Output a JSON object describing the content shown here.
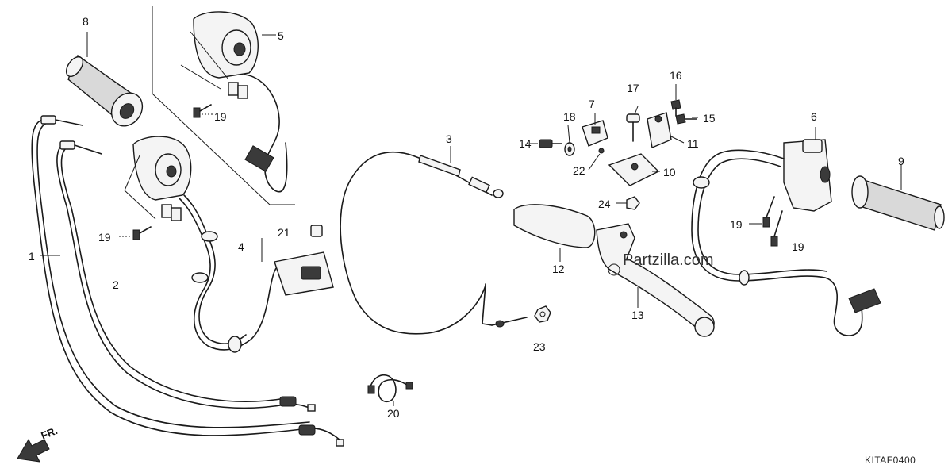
{
  "diagram": {
    "watermark": "Partzilla.com",
    "code": "KITAF0400",
    "direction_label": "FR.",
    "callouts": [
      {
        "id": "c1",
        "text": "1"
      },
      {
        "id": "c2",
        "text": "2"
      },
      {
        "id": "c3",
        "text": "3"
      },
      {
        "id": "c4",
        "text": "4"
      },
      {
        "id": "c5",
        "text": "5"
      },
      {
        "id": "c6",
        "text": "6"
      },
      {
        "id": "c7",
        "text": "7"
      },
      {
        "id": "c8",
        "text": "8"
      },
      {
        "id": "c9",
        "text": "9"
      },
      {
        "id": "c10",
        "text": "10"
      },
      {
        "id": "c11",
        "text": "11"
      },
      {
        "id": "c12",
        "text": "12"
      },
      {
        "id": "c13",
        "text": "13"
      },
      {
        "id": "c14",
        "text": "14"
      },
      {
        "id": "c15",
        "text": "15"
      },
      {
        "id": "c16",
        "text": "16"
      },
      {
        "id": "c17",
        "text": "17"
      },
      {
        "id": "c18",
        "text": "18"
      },
      {
        "id": "c19a",
        "text": "19"
      },
      {
        "id": "c19b",
        "text": "19"
      },
      {
        "id": "c19c",
        "text": "19"
      },
      {
        "id": "c19d",
        "text": "19"
      },
      {
        "id": "c20",
        "text": "20"
      },
      {
        "id": "c21",
        "text": "21"
      },
      {
        "id": "c22",
        "text": "22"
      },
      {
        "id": "c23",
        "text": "23"
      },
      {
        "id": "c24",
        "text": "24"
      }
    ]
  }
}
